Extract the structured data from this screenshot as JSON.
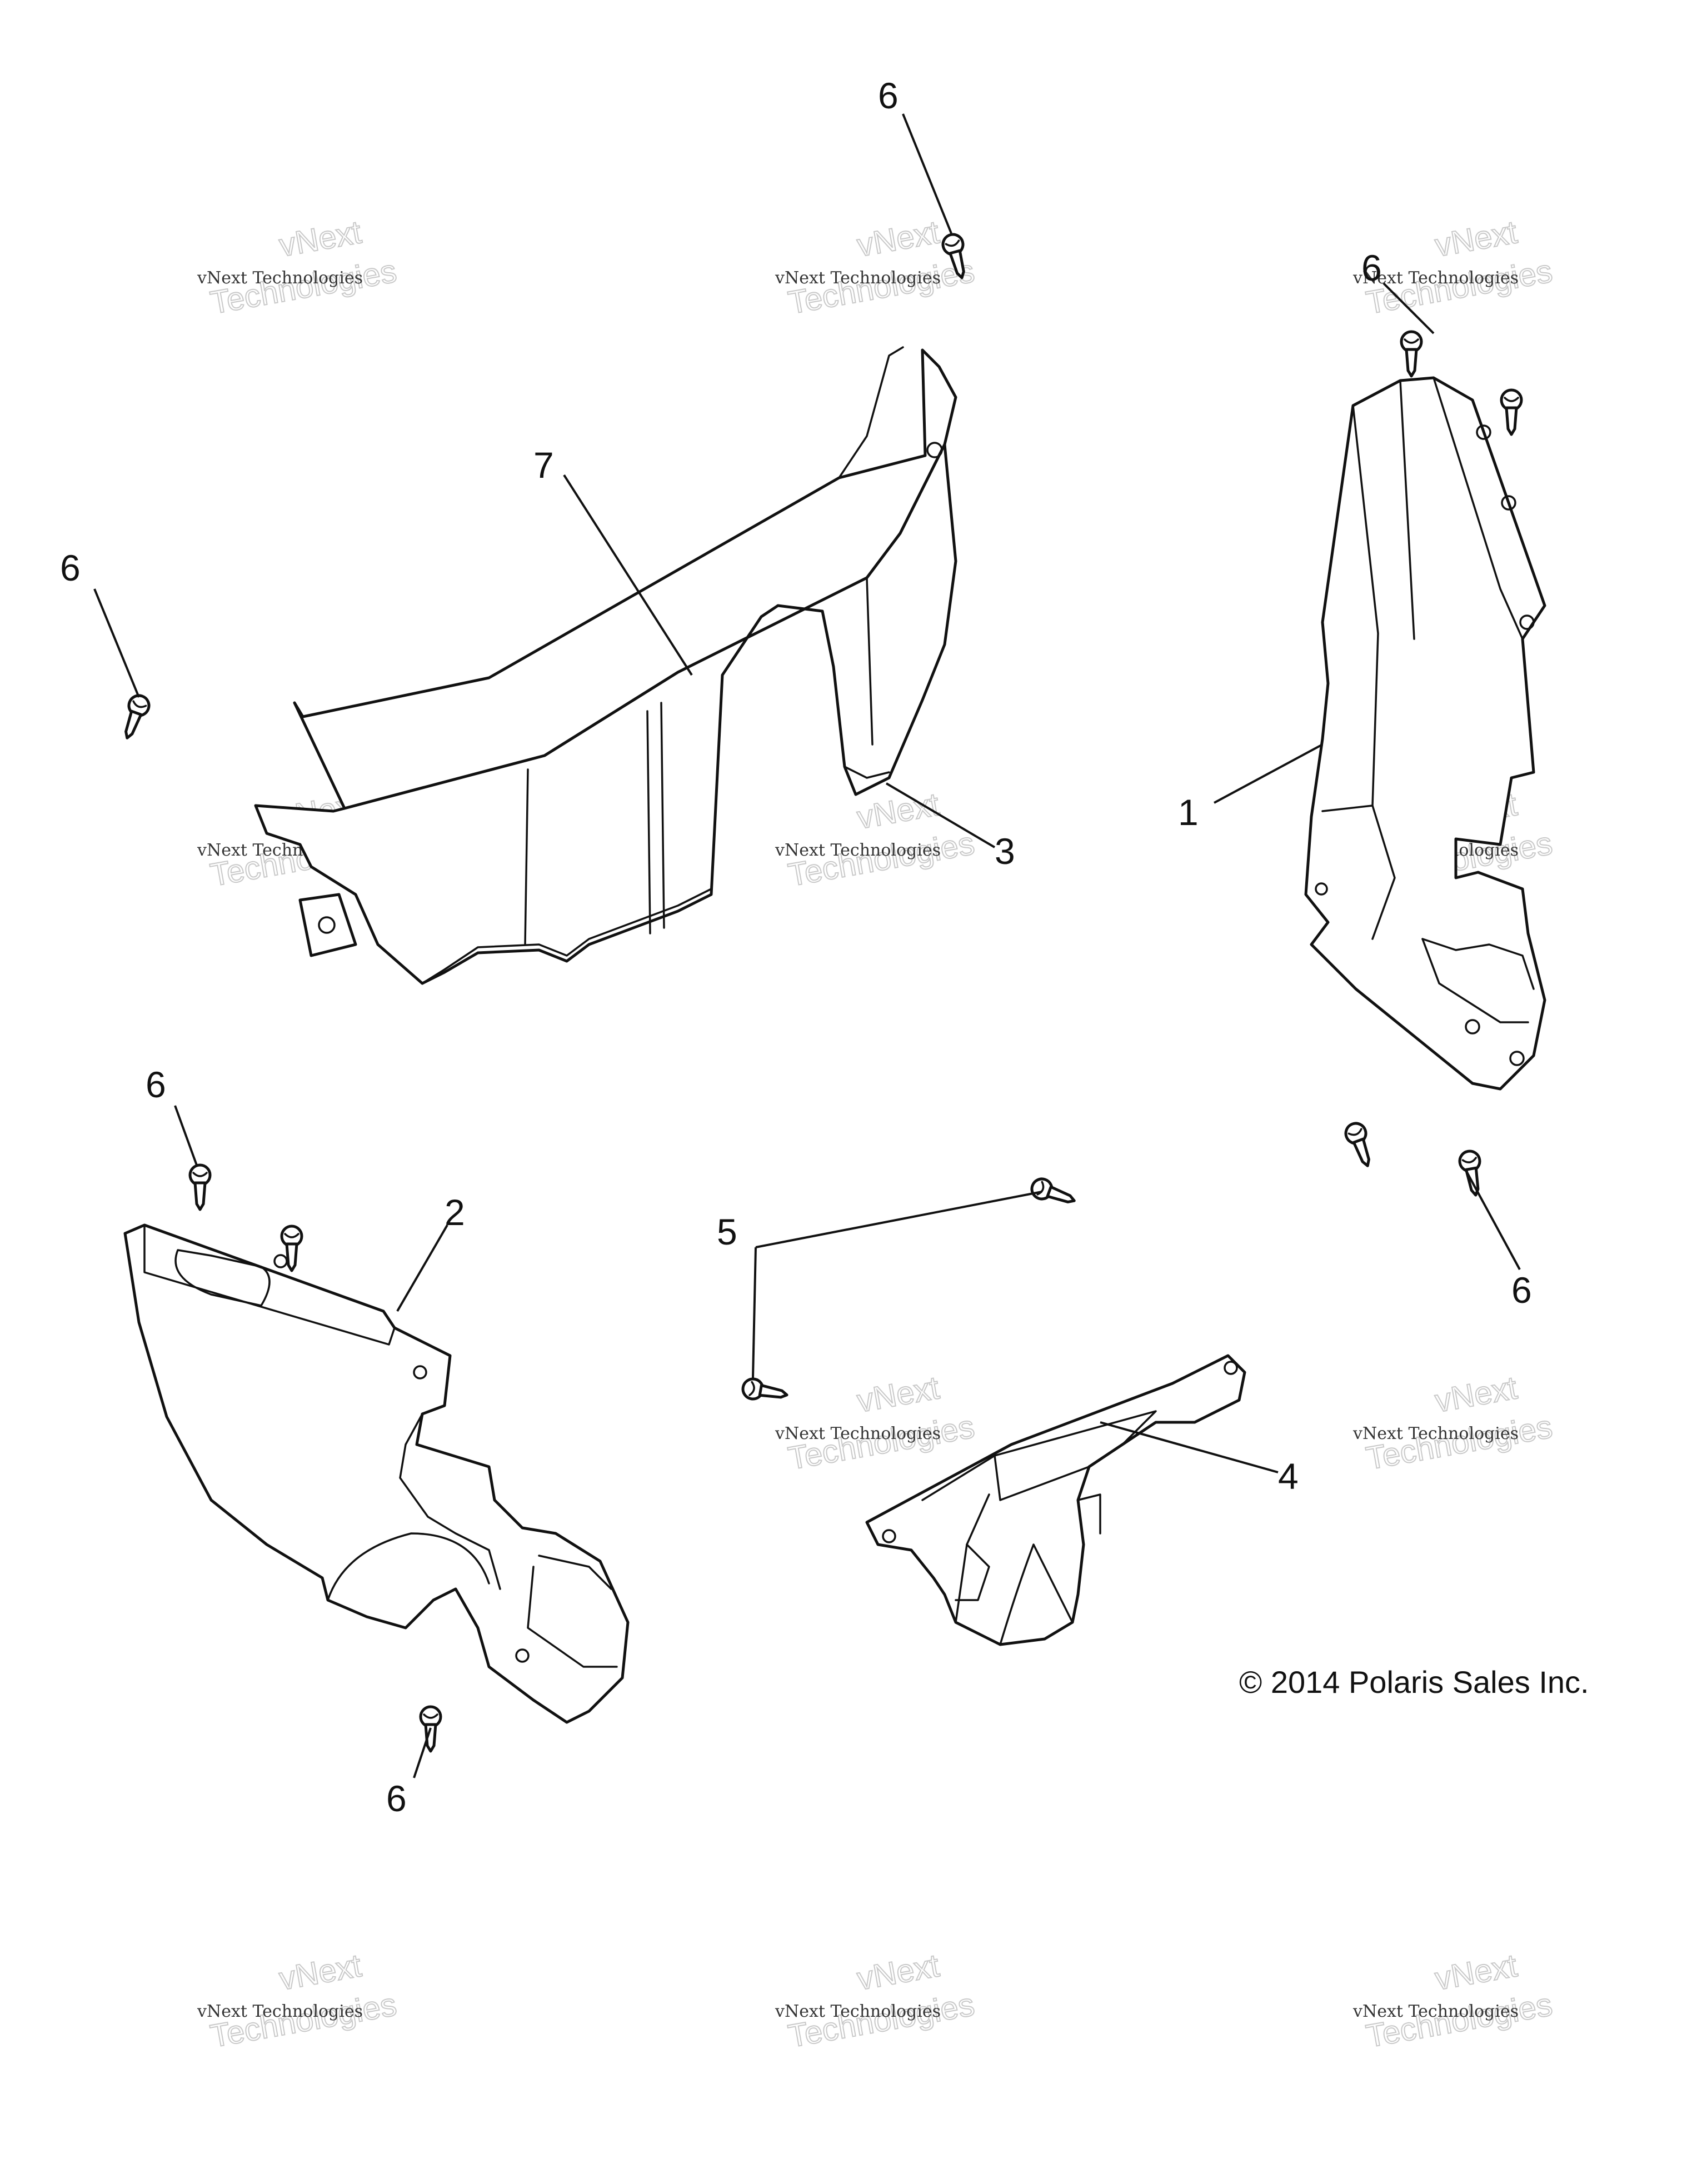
{
  "callouts": [
    "1",
    "2",
    "3",
    "4",
    "5",
    "6",
    "7"
  ],
  "copyright": "© 2014 Polaris Sales Inc.",
  "watermark": {
    "line1": "vNext",
    "line2": "Technologies",
    "full": "vNext Technologies"
  },
  "icons": {
    "fastener": "push-rivet-icon"
  }
}
